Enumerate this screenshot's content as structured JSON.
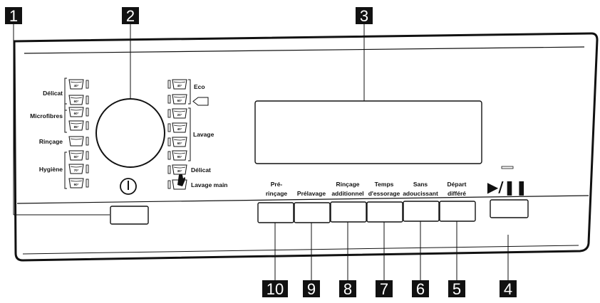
{
  "callouts": [
    "1",
    "2",
    "3",
    "4",
    "5",
    "6",
    "7",
    "8",
    "9",
    "10"
  ],
  "programs_left": {
    "delicat": "Délicat",
    "microfibres": "Microfibres",
    "rincage": "Rinçage",
    "hygiene": "Hygiène"
  },
  "programs_right": {
    "eco": "Eco",
    "lavage": "Lavage",
    "delicat": "Délicat",
    "lavage_main": "Lavage main"
  },
  "temps": {
    "delicat": [
      "40°",
      "60°"
    ],
    "microfibres": [
      "60°",
      "85°"
    ],
    "hygiene": [
      "60°",
      "70°",
      "90°"
    ],
    "eco": [
      "40°",
      "60°"
    ],
    "lavage": [
      "20°",
      "40°",
      "60°",
      "95°"
    ],
    "delicat_r": "30°"
  },
  "buttons": {
    "pre_rincage": [
      "Pré-",
      "rinçage"
    ],
    "prelavage": [
      "Prélavage"
    ],
    "rincage_add": [
      "Rinçage",
      "additionnel"
    ],
    "temps_essorage": [
      "Temps",
      "d'essorage"
    ],
    "sans_adoucissant": [
      "Sans",
      "adoucissant"
    ],
    "depart_differe": [
      "Départ",
      "différé"
    ]
  },
  "start_pause_symbol": "▶/❚❚"
}
